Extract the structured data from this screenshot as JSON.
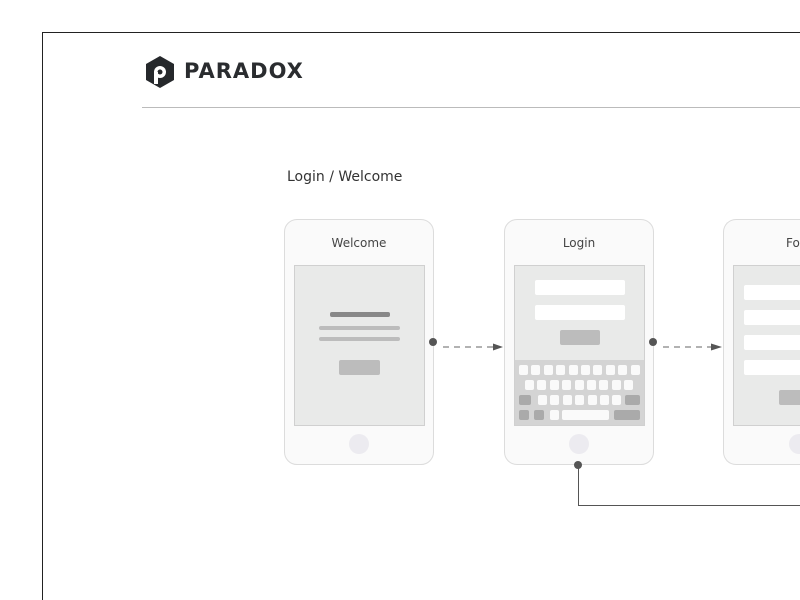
{
  "brand": {
    "name": "PARADOX",
    "logo_icon": "hexagon-p-logo"
  },
  "section_title": "Login / Welcome",
  "screens": [
    {
      "title": "Welcome"
    },
    {
      "title": "Login"
    },
    {
      "title": "Fo"
    }
  ]
}
